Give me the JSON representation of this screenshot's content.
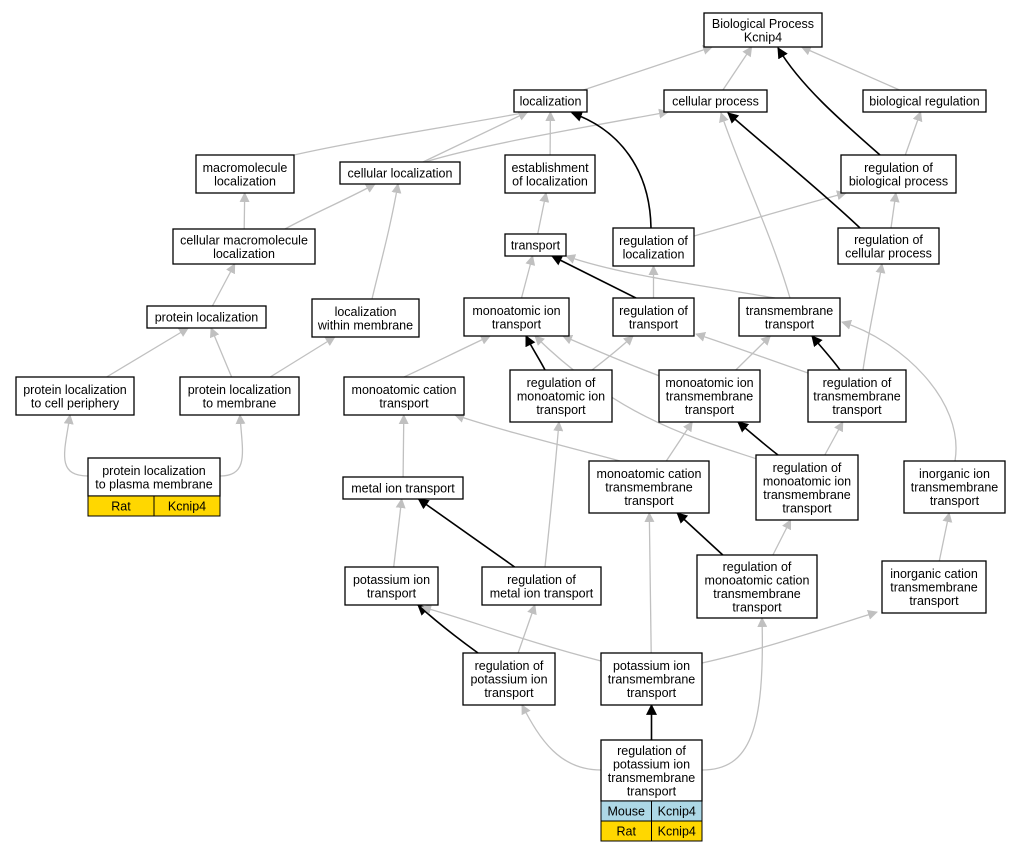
{
  "colors": {
    "edge_gray": "#c0c0c0",
    "edge_black": "#000000",
    "rat_tag": "#ffd700",
    "mouse_tag": "#add8e6"
  },
  "nodes": {
    "bio_process": [
      "Biological Process",
      "Kcnip4"
    ],
    "localization": [
      "localization"
    ],
    "cellular_process": [
      "cellular process"
    ],
    "biological_regulation": [
      "biological regulation"
    ],
    "macromolecule_localization": [
      "macromolecule",
      "localization"
    ],
    "cellular_localization": [
      "cellular localization"
    ],
    "establishment_of_localization": [
      "establishment",
      "of localization"
    ],
    "regulation_of_biological_process": [
      "regulation of",
      "biological process"
    ],
    "cellular_macromolecule_localization": [
      "cellular macromolecule",
      "localization"
    ],
    "transport": [
      "transport"
    ],
    "regulation_of_localization": [
      "regulation of",
      "localization"
    ],
    "regulation_of_cellular_process": [
      "regulation of",
      "cellular process"
    ],
    "protein_localization": [
      "protein localization"
    ],
    "localization_within_membrane": [
      "localization",
      "within membrane"
    ],
    "monoatomic_ion_transport": [
      "monoatomic ion",
      "transport"
    ],
    "regulation_of_transport": [
      "regulation of",
      "transport"
    ],
    "transmembrane_transport": [
      "transmembrane",
      "transport"
    ],
    "protein_localization_to_cell_periphery": [
      "protein localization",
      "to cell periphery"
    ],
    "protein_localization_to_membrane": [
      "protein localization",
      "to membrane"
    ],
    "monoatomic_cation_transport": [
      "monoatomic cation",
      "transport"
    ],
    "regulation_of_monoatomic_ion_transport": [
      "regulation of",
      "monoatomic ion",
      "transport"
    ],
    "monoatomic_ion_transmembrane_transport": [
      "monoatomic ion",
      "transmembrane",
      "transport"
    ],
    "regulation_of_transmembrane_transport": [
      "regulation of",
      "transmembrane",
      "transport"
    ],
    "protein_localization_to_plasma_membrane": [
      "protein localization",
      "to plasma membrane"
    ],
    "metal_ion_transport": [
      "metal ion transport"
    ],
    "monoatomic_cation_transmembrane_transport": [
      "monoatomic cation",
      "transmembrane",
      "transport"
    ],
    "regulation_of_monoatomic_ion_transmembrane_transport": [
      "regulation of",
      "monoatomic ion",
      "transmembrane",
      "transport"
    ],
    "inorganic_ion_transmembrane_transport": [
      "inorganic ion",
      "transmembrane",
      "transport"
    ],
    "potassium_ion_transport": [
      "potassium ion",
      "transport"
    ],
    "regulation_of_metal_ion_transport": [
      "regulation of",
      "metal ion transport"
    ],
    "regulation_of_monoatomic_cation_transmembrane_transport": [
      "regulation of",
      "monoatomic cation",
      "transmembrane",
      "transport"
    ],
    "inorganic_cation_transmembrane_transport": [
      "inorganic cation",
      "transmembrane",
      "transport"
    ],
    "regulation_of_potassium_ion_transport": [
      "regulation of",
      "potassium ion",
      "transport"
    ],
    "potassium_ion_transmembrane_transport": [
      "potassium ion",
      "transmembrane",
      "transport"
    ],
    "regulation_of_potassium_ion_transmembrane_transport": [
      "regulation of",
      "potassium ion",
      "transmembrane",
      "transport"
    ]
  },
  "annotations": {
    "protein_localization_to_plasma_membrane": [
      {
        "species": "Rat",
        "gene": "Kcnip4",
        "color": "#ffd700"
      }
    ],
    "regulation_of_potassium_ion_transmembrane_transport": [
      {
        "species": "Mouse",
        "gene": "Kcnip4",
        "color": "#add8e6"
      },
      {
        "species": "Rat",
        "gene": "Kcnip4",
        "color": "#ffd700"
      }
    ]
  }
}
